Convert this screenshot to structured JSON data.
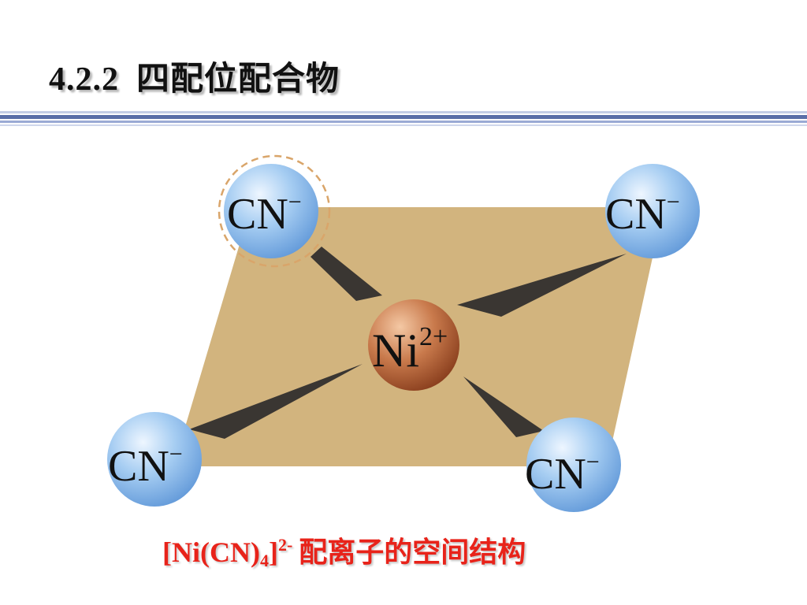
{
  "title": {
    "number": "4.2.2",
    "text": "四配位配合物"
  },
  "diagram": {
    "center_ion": {
      "symbol": "Ni",
      "charge": "2+"
    },
    "ligands": [
      {
        "symbol": "CN",
        "charge": "−",
        "position": "top-left",
        "highlighted": true
      },
      {
        "symbol": "CN",
        "charge": "−",
        "position": "top-right",
        "highlighted": false
      },
      {
        "symbol": "CN",
        "charge": "−",
        "position": "bottom-left",
        "highlighted": false
      },
      {
        "symbol": "CN",
        "charge": "−",
        "position": "bottom-right",
        "highlighted": false
      }
    ],
    "colors": {
      "plane": "#d2b47e",
      "bond": "#3a3632",
      "ligand": "#8cb9e8",
      "center_ion": "#b8643a",
      "highlight_ring": "#d9a56a"
    }
  },
  "caption": {
    "formula_open": "[Ni(CN)",
    "formula_subscript": "4",
    "formula_close": "]",
    "formula_charge": "2-",
    "text": "配离子的空间结构",
    "color": "#e8231a"
  }
}
